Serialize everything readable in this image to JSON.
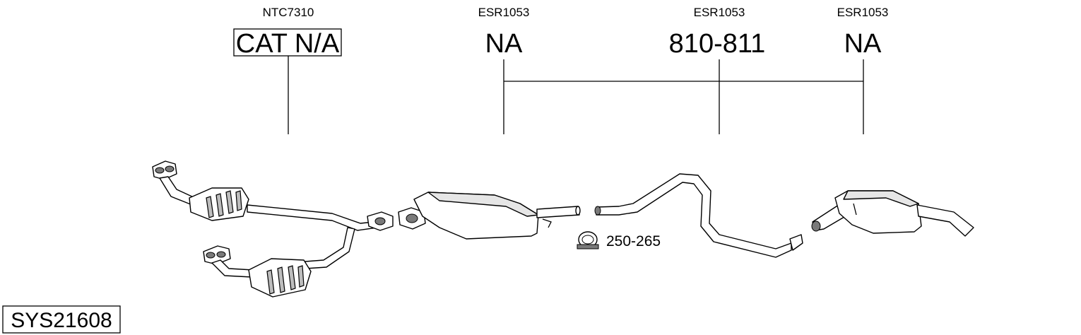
{
  "system_code": "SYS21608",
  "parts": [
    {
      "code": "NTC7310",
      "ref": "CAT N/A",
      "boxed": true
    },
    {
      "code": "ESR1053",
      "ref": "NA",
      "boxed": false
    },
    {
      "code": "ESR1053",
      "ref": "810-811",
      "boxed": false
    },
    {
      "code": "ESR1053",
      "ref": "NA",
      "boxed": false
    }
  ],
  "clamp": {
    "label": "250-265",
    "icon": "clamp-icon"
  }
}
